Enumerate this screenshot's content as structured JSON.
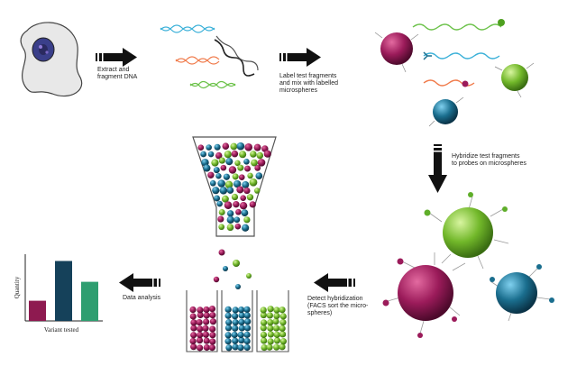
{
  "steps": {
    "extract": "Extract and\nfragment DNA",
    "label": "Label test fragments\nand mix with labelled\nmicrospheres",
    "hybridize": "Hybridize test fragments\nto probes on microspheres",
    "detect": "Detect hybridization\n(FACS sort the micro-\nspheres)",
    "analysis": "Data analysis"
  },
  "chart_data": {
    "type": "bar",
    "categories": [
      "",
      "",
      ""
    ],
    "values": [
      0.32,
      0.95,
      0.62
    ],
    "colors": [
      "#8e1a50",
      "#15415a",
      "#2e9e70"
    ],
    "title": "",
    "xlabel": "Variant tested",
    "ylabel": "Quantity",
    "ylim": [
      0,
      1
    ]
  },
  "colors": {
    "magenta_bead": "#9b1b5a",
    "green_bead": "#72b82a",
    "teal_bead": "#1a6e8e",
    "arrow": "#111111",
    "dna_blue": "#3ab0d8",
    "dna_orange": "#f07a4a",
    "dna_green": "#6cc24a"
  }
}
